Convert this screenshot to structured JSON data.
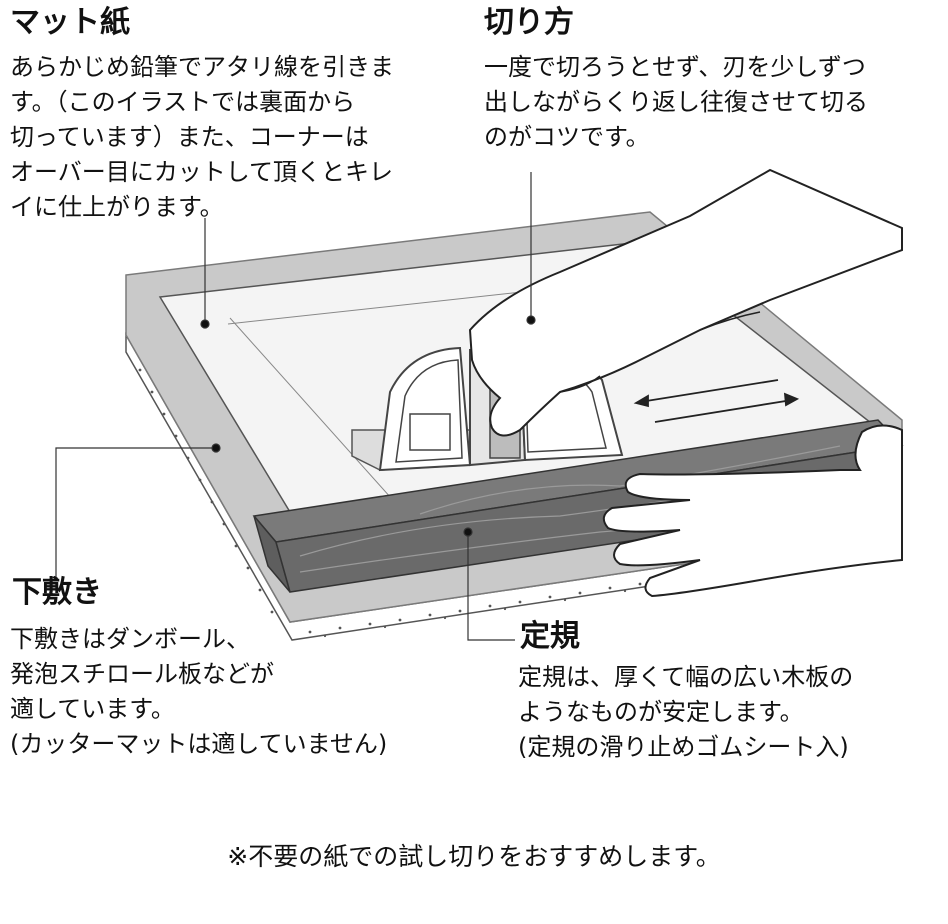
{
  "mat": {
    "title": "マット紙",
    "lines": [
      "あらかじめ鉛筆でアタリ線を引きま",
      "す。（このイラストでは裏面から",
      "切っています）また、コーナーは",
      "オーバー目にカットして頂くとキレ",
      "イに仕上がります。"
    ]
  },
  "cut": {
    "title": "切り方",
    "lines": [
      "一度で切ろうとせず、刃を少しずつ",
      "出しながらくり返し往復させて切る",
      "のがコツです。"
    ]
  },
  "base": {
    "title": "下敷き",
    "lines": [
      "下敷きはダンボール、",
      "発泡スチロール板などが",
      "適しています。",
      "(カッターマットは適していません)"
    ]
  },
  "ruler": {
    "title": "定規",
    "lines": [
      "定規は、厚くて幅の広い木板の",
      "ようなものが安定します。",
      "(定規の滑り止めゴムシート入)"
    ]
  },
  "footnote": "※不要の紙での試し切りをおすすめします。",
  "colors": {
    "frame": "#c9c9c9",
    "frame_stroke": "#7a7a7a",
    "mat_board": "#f4f4f4",
    "ruler": "#777777",
    "ruler_dark": "#5e5e5e",
    "leader": "#333333",
    "text": "#111111"
  }
}
